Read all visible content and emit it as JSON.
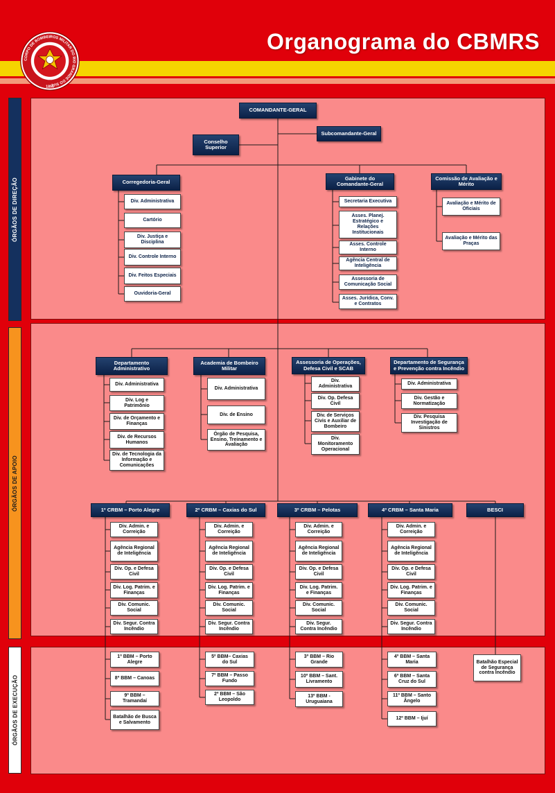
{
  "header": {
    "title": "Organograma do CBMRS",
    "logo_ring_text": "CORPO DE BOMBEIROS MILITAR DO RIO GRANDE DO SUL",
    "logo_year": "1895"
  },
  "sections": {
    "direcao": "ÓRGÃOS DE DIREÇÃO",
    "apoio": "ÓRGÃOS DE APOIO",
    "execucao": "ÓRGÃOS DE EXECUÇÃO"
  },
  "direcao": {
    "comandante": "COMANDANTE-GERAL",
    "subcomandante": "Subcomandante-Geral",
    "conselho": "Conselho Superior",
    "corregedoria": {
      "title": "Corregedoria-Geral",
      "items": [
        "Div. Administrativa",
        "Cartório",
        "Div. Justiça e Disciplina",
        "Div. Controle Interno",
        "Div. Feitos Especiais",
        "Ouvidoria-Geral"
      ]
    },
    "gabinete": {
      "title": "Gabinete do Comandante-Geral",
      "items": [
        "Secretaria Executiva",
        "Asses. Planej. Estratégico e Relações Institucionais",
        "Asses. Controle Interno",
        "Agência Central de Inteligência",
        "Assessoria de Comunicação Social",
        "Asses. Jurídica, Conv. e Contratos"
      ]
    },
    "comissao": {
      "title": "Comissão de Avaliação e Mérito",
      "items": [
        "Avaliação e Mérito de Oficiais",
        "Avaliação e Mérito das Praças"
      ]
    }
  },
  "apoio": {
    "dept_adm": {
      "title": "Departamento Administrativo",
      "items": [
        "Div. Administrativa",
        "Div. Log e Patrimônio",
        "Div. de Orçamento e Finanças",
        "Div. de Recursos Humanos",
        "Div. de Tecnologia da Informação e Comunicações"
      ]
    },
    "academia": {
      "title": "Academia de Bombeiro Militar",
      "items": [
        "Div. Administrativa",
        "Div. de Ensino",
        "Órgão de Pesquisa, Ensino, Treinamento e Avaliação"
      ]
    },
    "assessoria_op": {
      "title": "Assessoria de Operações, Defesa Civil e SCAB",
      "items": [
        "Div. Administrativa",
        "Div. Op. Defesa Civil",
        "Div. de Serviços Civis e Auxiliar de Bombeiro",
        "Div. Monitoramento Operacional"
      ]
    },
    "dept_seg": {
      "title": "Departamento de Segurança e Prevenção contra Incêndio",
      "items": [
        "Div. Administrativa",
        "Div. Gestão e Normatização",
        "Div. Pesquisa Investigação de Sinistros"
      ]
    }
  },
  "crbm_divs": [
    "Div. Admin. e Correição",
    "Agência Regional de Inteligência",
    "Div. Op. e Defesa Civil",
    "Div. Log. Patrim. e Finanças",
    "Div. Comunic. Social",
    "Div. Segur. Contra Incêndio"
  ],
  "crbm": [
    {
      "title": "1º CRBM – Porto Alegre",
      "bbm": [
        "1º BBM – Porto Alegre",
        "8º BBM – Canoas",
        "9º BBM – Tramandaí",
        "Batalhão de Busca e Salvamento"
      ]
    },
    {
      "title": "2º CRBM – Caxias do Sul",
      "bbm": [
        "5º BBM– Caxias do Sul",
        "7º BBM – Passo Fundo",
        "2º BBM – São Leopoldo"
      ]
    },
    {
      "title": "3º CRBM – Pelotas",
      "bbm": [
        "3º BBM – Rio Grande",
        "10º BBM – Sant. Livramento",
        "13º BBM - Uruguaiana"
      ]
    },
    {
      "title": "4º CRBM – Santa Maria",
      "bbm": [
        "4º BBM – Santa Maria",
        "6º BBM – Santa Cruz do Sul",
        "11º BBM – Santo Ângelo",
        "12º BBM – Ijuí"
      ]
    }
  ],
  "besci": {
    "title": "BESCI",
    "child": "Batalhão Especial de Segurança contra Incêndio"
  },
  "colors": {
    "background": "#e0000a",
    "band_yellow": "#f5d400",
    "panel_pink": "#fa8a8a",
    "box_navy": "#0b2147",
    "tab_direcao": "#14305e",
    "tab_apoio": "#f7931e",
    "tab_execucao": "#ffffff"
  }
}
